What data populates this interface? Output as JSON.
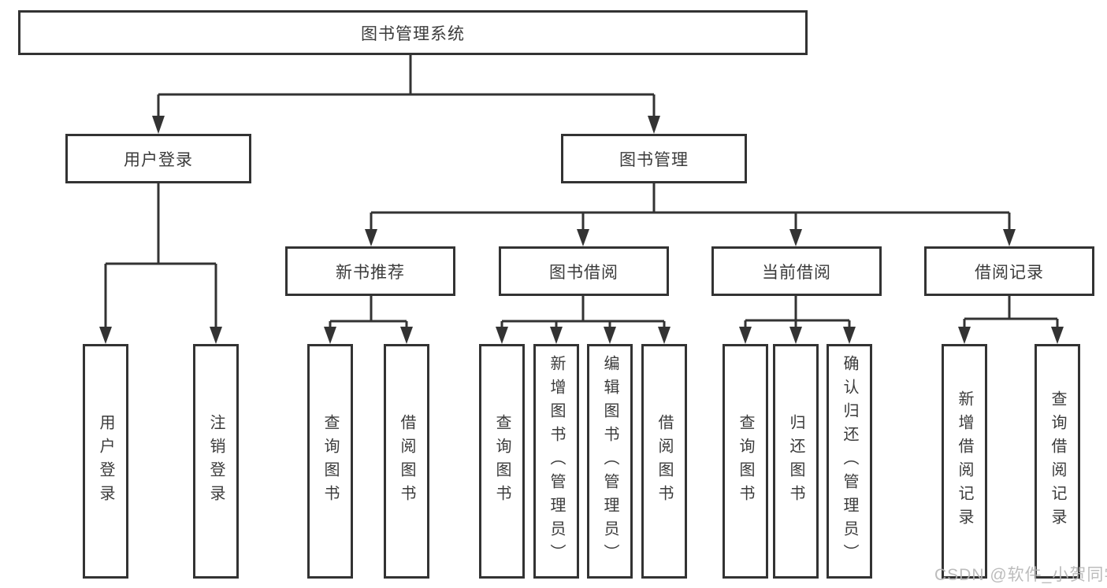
{
  "colors": {
    "line": "#333333",
    "text": "#3b3b3b",
    "background": "#ffffff",
    "watermark_text": "#b5b5b5"
  },
  "watermark": "CSDN @软件_小贺同学",
  "tree": {
    "root": {
      "label": "图书管理系统"
    },
    "branches": [
      {
        "label": "用户登录",
        "children": [
          {
            "label": "用户登录"
          },
          {
            "label": "注销登录"
          }
        ]
      },
      {
        "label": "图书管理",
        "children": [
          {
            "label": "新书推荐",
            "children": [
              {
                "label": "查询图书"
              },
              {
                "label": "借阅图书"
              }
            ]
          },
          {
            "label": "图书借阅",
            "children": [
              {
                "label": "查询图书"
              },
              {
                "label": "新增图书（管理员）"
              },
              {
                "label": "编辑图书（管理员）"
              },
              {
                "label": "借阅图书"
              }
            ]
          },
          {
            "label": "当前借阅",
            "children": [
              {
                "label": "查询图书"
              },
              {
                "label": "归还图书"
              },
              {
                "label": "确认归还（管理员）"
              }
            ]
          },
          {
            "label": "借阅记录",
            "children": [
              {
                "label": "新增借阅记录"
              },
              {
                "label": "查询借阅记录"
              }
            ]
          }
        ]
      }
    ]
  }
}
